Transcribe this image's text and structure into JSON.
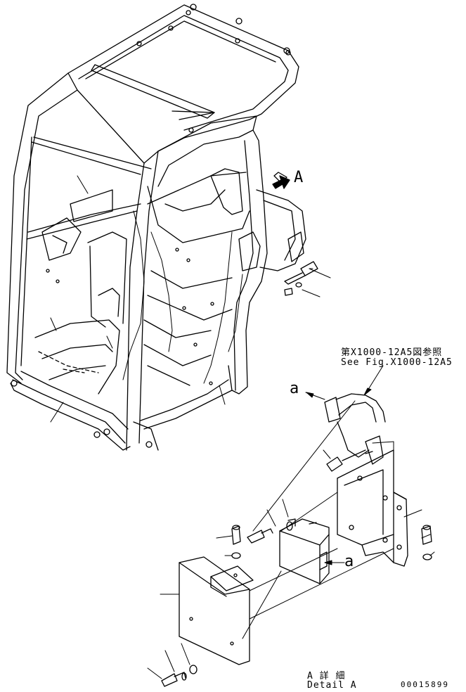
{
  "labels": {
    "view_a": "A",
    "ref_jp": "第X1000-12A5図参照",
    "ref_en": "See Fig.X1000-12A5",
    "mark_a_upper": "a",
    "mark_a_lower": "a",
    "detail_jp": "A 詳 細",
    "detail_en": "Detail A",
    "drawing_no": "00015899"
  }
}
